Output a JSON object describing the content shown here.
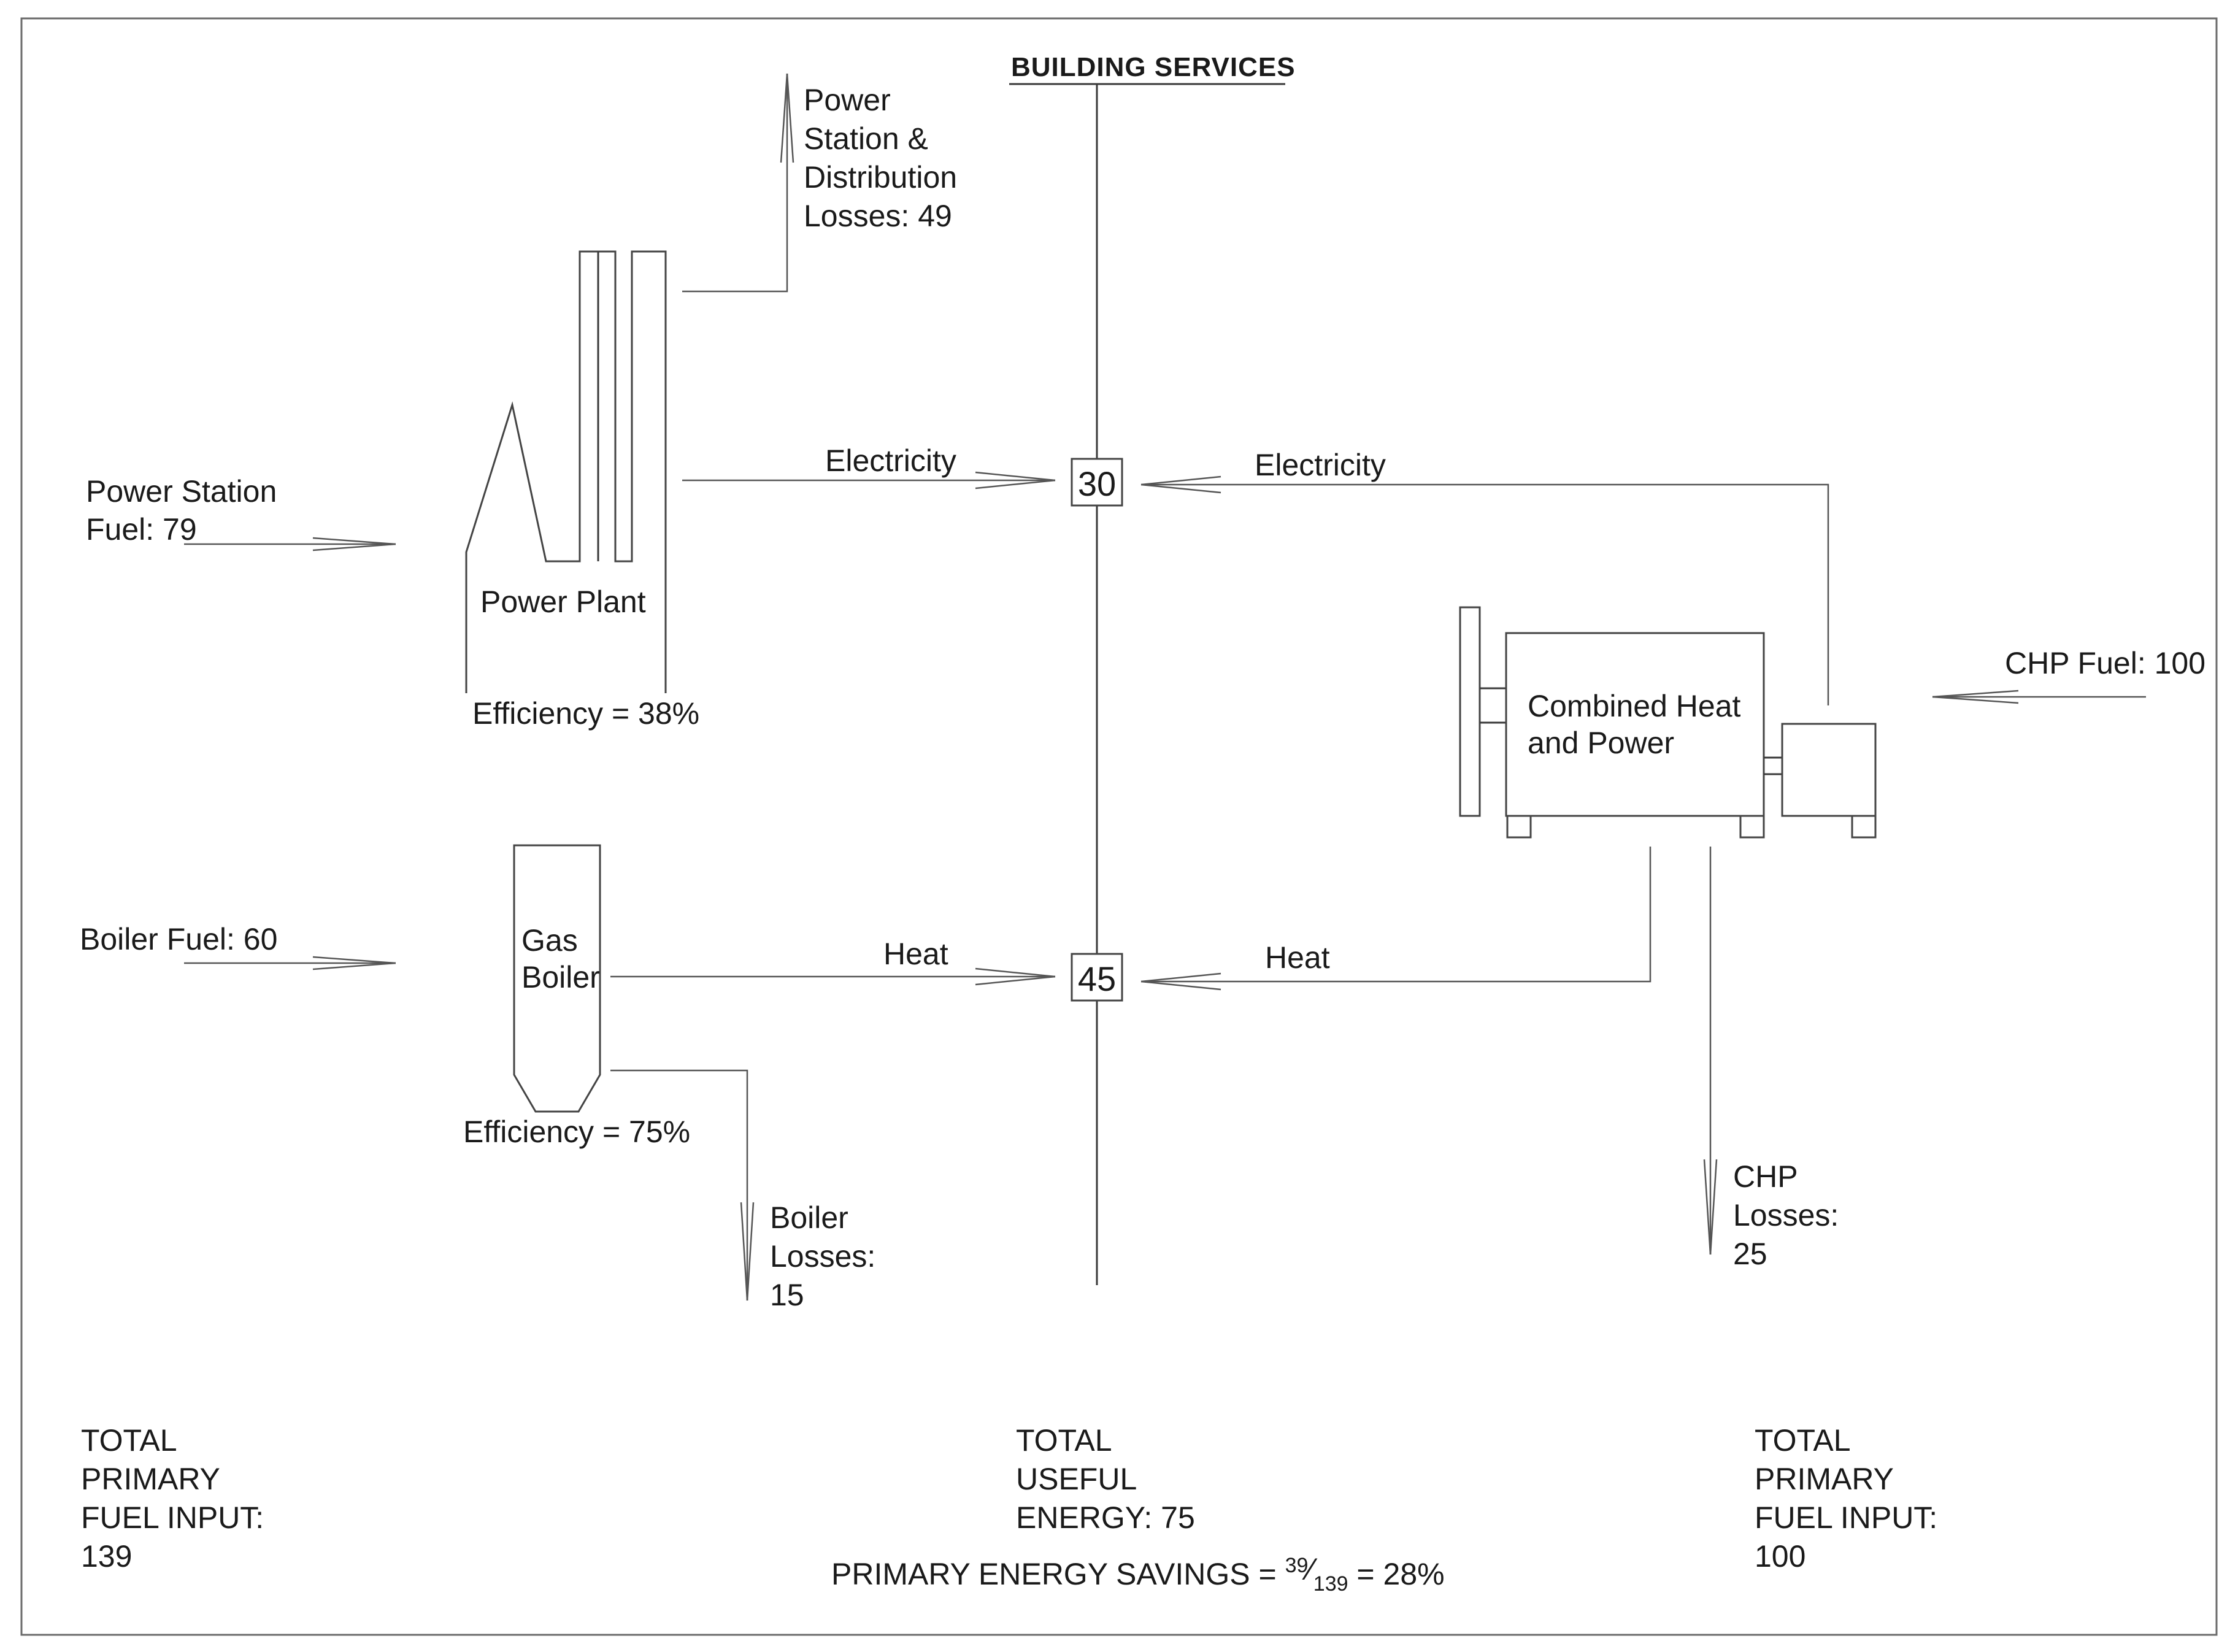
{
  "header": {
    "building_services": "BUILDING SERVICES"
  },
  "left": {
    "power_station_fuel": [
      "Power Station",
      "Fuel: 79"
    ],
    "power_plant_label": "Power Plant",
    "power_plant_efficiency": "Efficiency = 38%",
    "power_losses": [
      "Power",
      "Station &",
      "Distribution",
      "Losses: 49"
    ],
    "electricity_label": "Electricity",
    "boiler_fuel": "Boiler Fuel: 60",
    "gas_boiler_label": [
      "Gas",
      "Boiler"
    ],
    "boiler_efficiency": "Efficiency = 75%",
    "heat_label": "Heat",
    "boiler_losses": [
      "Boiler",
      "Losses:",
      "15"
    ],
    "total": [
      "TOTAL",
      "PRIMARY",
      "FUEL INPUT:",
      "139"
    ]
  },
  "center": {
    "electricity_value": "30",
    "heat_value": "45",
    "total": [
      "TOTAL",
      "USEFUL",
      "ENERGY: 75"
    ],
    "savings_prefix": "PRIMARY ENERGY SAVINGS = ",
    "savings_numerator": "39",
    "savings_slash": "⁄",
    "savings_denominator": "139",
    "savings_suffix": " = 28%"
  },
  "right": {
    "electricity_label": "Electricity",
    "chp_label": [
      "Combined Heat",
      "and Power"
    ],
    "chp_fuel": "CHP Fuel: 100",
    "heat_label": "Heat",
    "chp_losses": [
      "CHP",
      "Losses:",
      "25"
    ],
    "total": [
      "TOTAL",
      "PRIMARY",
      "FUEL INPUT:",
      "100"
    ]
  }
}
